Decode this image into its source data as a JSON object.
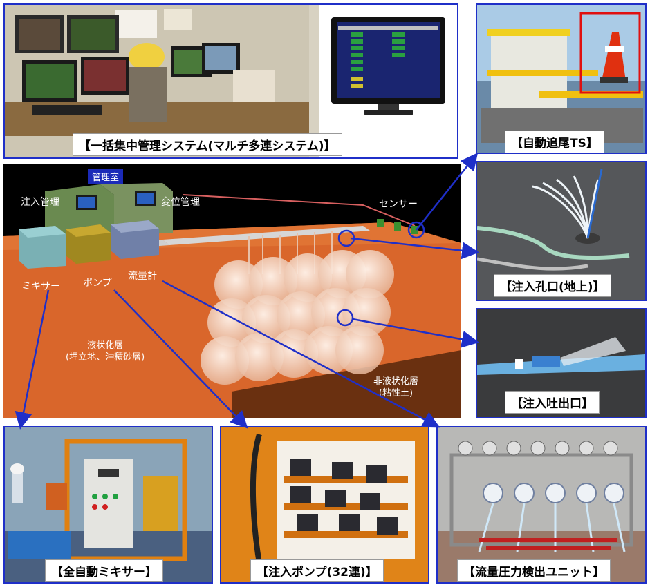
{
  "diagram": {
    "control_room": "管理室",
    "injection_mgmt": "注入管理",
    "displacement_mgmt": "変位管理",
    "sensor": "センサー",
    "mixer": "ミキサー",
    "pump": "ポンプ",
    "flowmeter": "流量計",
    "liquefaction_layer_line1": "液状化層",
    "liquefaction_layer_line2": "(埋立地、沖積砂層)",
    "non_liquefaction_line1": "非液状化層",
    "non_liquefaction_line2": "(粘性土)"
  },
  "captions": {
    "management_system": "【一括集中管理システム(マルチ多連システム)】",
    "auto_ts": "【自動追尾TS】",
    "injection_hole": "【注入孔口(地上)】",
    "injection_outlet": "【注入吐出口】",
    "mixer": "【全自動ミキサー】",
    "pump": "【注入ポンプ(32連)】",
    "flow_unit": "【流量圧力検出ユニット】"
  },
  "colors": {
    "frame": "#1f2fc8",
    "ground": "#d9662b",
    "sky": "#000000"
  }
}
